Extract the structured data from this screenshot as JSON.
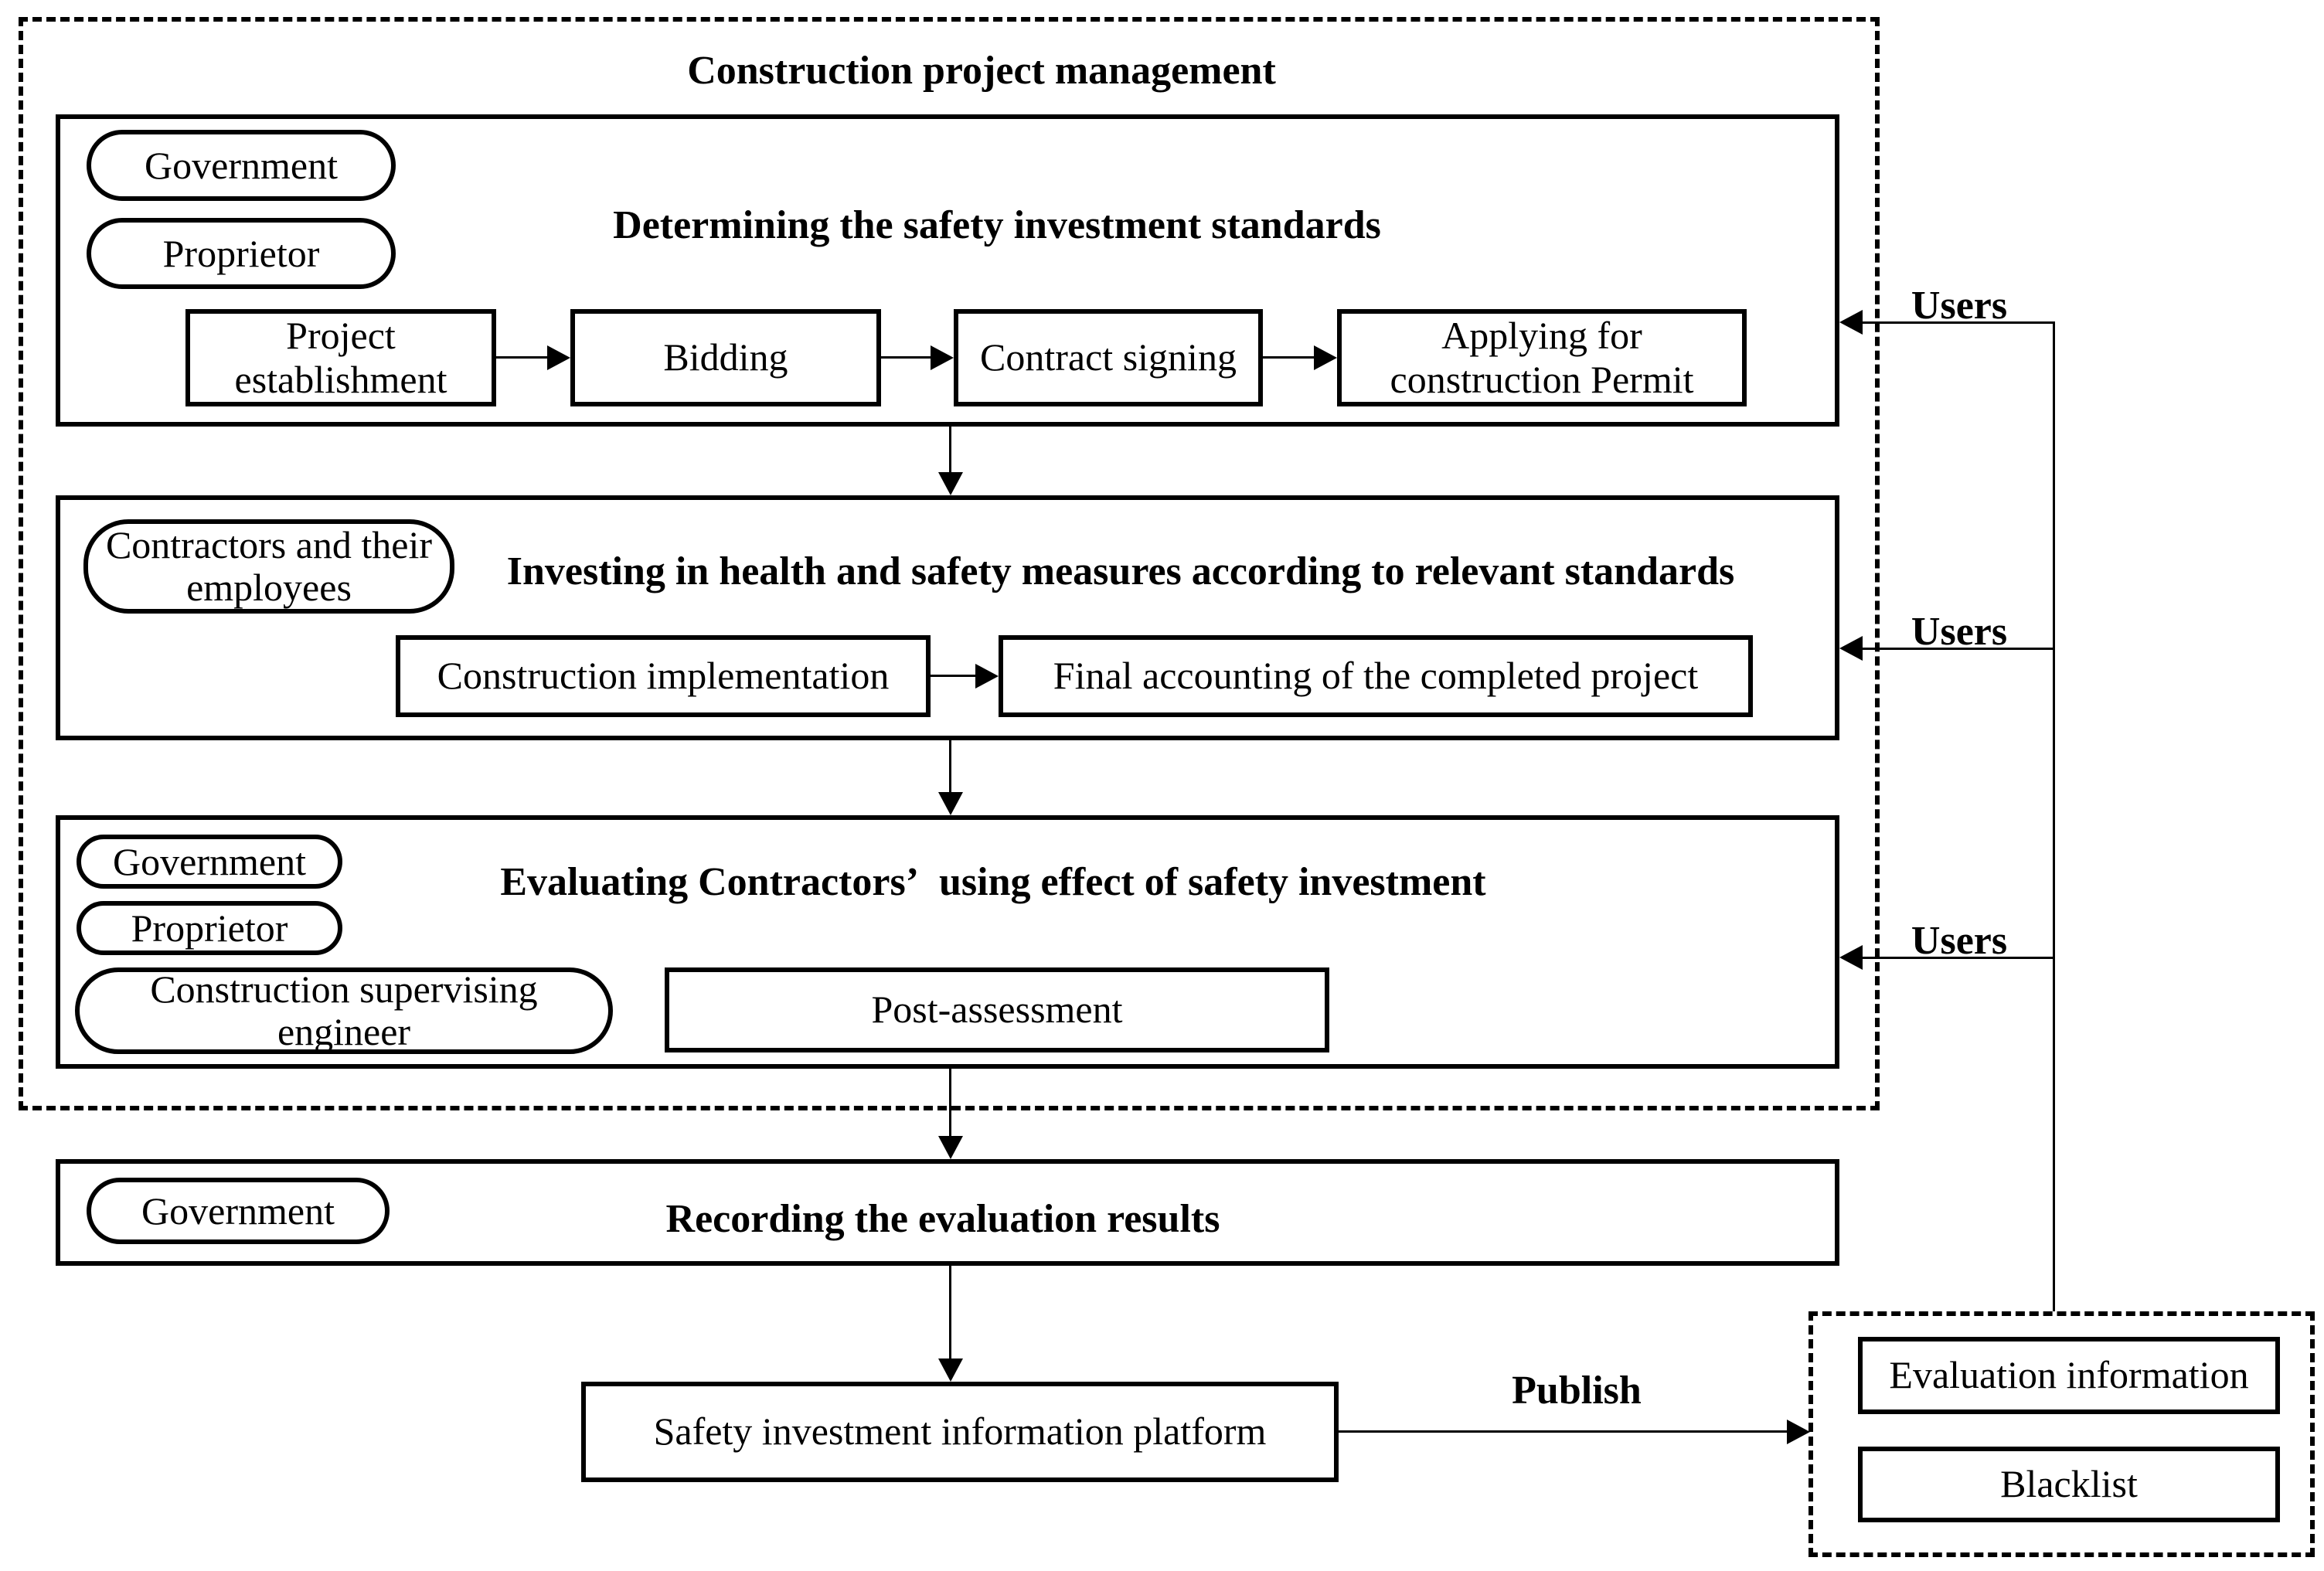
{
  "title": "Construction project management",
  "sections": [
    {
      "heading": "Determining the safety investment standards",
      "actors": [
        "Government",
        "Proprietor"
      ],
      "steps": [
        "Project establishment",
        "Bidding",
        "Contract signing",
        "Applying for construction Permit"
      ]
    },
    {
      "heading": "Investing in health and safety measures according to relevant standards",
      "actors": [
        "Contractors and their employees"
      ],
      "steps": [
        "Construction implementation",
        "Final accounting of the completed project"
      ]
    },
    {
      "heading": "Evaluating Contractors’  using effect of safety investment",
      "actors": [
        "Government",
        "Proprietor",
        "Construction supervising engineer"
      ],
      "steps": [
        "Post-assessment"
      ]
    },
    {
      "heading": "Recording the evaluation results",
      "actors": [
        "Government"
      ],
      "steps": []
    }
  ],
  "labels": {
    "users": "Users",
    "publish": "Publish"
  },
  "platform": {
    "label": "Safety investment information platform"
  },
  "outputs": [
    "Evaluation information",
    "Blacklist"
  ],
  "colors": {
    "line": "#000000",
    "background": "#ffffff"
  }
}
